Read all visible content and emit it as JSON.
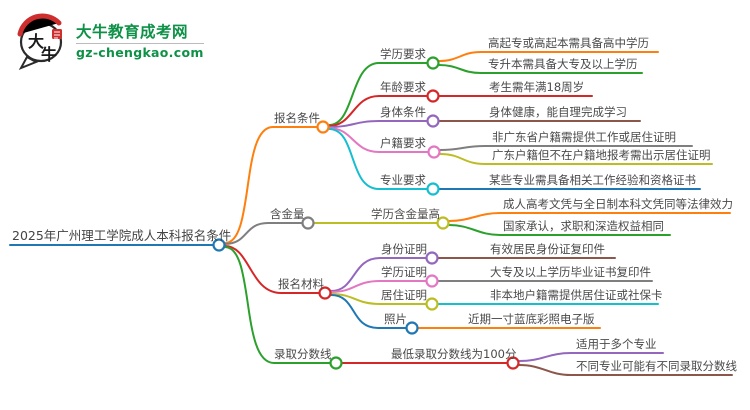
{
  "logo": {
    "badge_char1": "大",
    "badge_char2": "牛",
    "title": "大牛教育成考网",
    "domain": "gz-chengkao.com"
  },
  "palette": {
    "blue": "#1f77b4",
    "orange": "#ff7f0e",
    "green": "#2ca02c",
    "red": "#d62728",
    "purple": "#9467bd",
    "brown": "#8c564b",
    "pink": "#e377c2",
    "gray": "#7f7f7f",
    "olive": "#bcbd22",
    "cyan": "#17becf",
    "ink": "#2b2b2b",
    "brand_green": "#0e9147",
    "brand_red": "#cf2e2e",
    "node_fill": "#ffffff",
    "text": "#4a4a4a"
  },
  "mindmap": {
    "root": "2025年广州理工学院成人本科报名条件",
    "reg_conditions": {
      "label": "报名条件",
      "edu_req": {
        "label": "学历要求",
        "items": [
          "高起专或高起本需具备高中学历",
          "专升本需具备大专及以上学历"
        ]
      },
      "age_req": {
        "label": "年龄要求",
        "items": [
          "考生需年满18周岁"
        ]
      },
      "health_req": {
        "label": "身体条件",
        "items": [
          "身体健康，能自理完成学习"
        ]
      },
      "residence_req": {
        "label": "户籍要求",
        "items": [
          "非广东省户籍需提供工作或居住证明",
          "广东户籍但不在户籍地报考需出示居住证明"
        ]
      },
      "major_req": {
        "label": "专业要求",
        "items": [
          "某些专业需具备相关工作经验和资格证书"
        ]
      }
    },
    "value": {
      "label": "含金量",
      "high_value": {
        "label": "学历含金量高",
        "items": [
          "成人高考文凭与全日制本科文凭同等法律效力",
          "国家承认，求职和深造权益相同"
        ]
      }
    },
    "materials": {
      "label": "报名材料",
      "id_proof": {
        "label": "身份证明",
        "items": [
          "有效居民身份证复印件"
        ]
      },
      "edu_proof": {
        "label": "学历证明",
        "items": [
          "大专及以上学历毕业证书复印件"
        ]
      },
      "res_proof": {
        "label": "居住证明",
        "items": [
          "非本地户籍需提供居住证或社保卡"
        ]
      },
      "photo": {
        "label": "照片",
        "items": [
          "近期一寸蓝底彩照电子版"
        ]
      }
    },
    "score_line": {
      "label": "录取分数线",
      "min_score": {
        "label": "最低录取分数线为100分",
        "items": [
          "适用于多个专业",
          "不同专业可能有不同录取分数线"
        ]
      }
    }
  }
}
